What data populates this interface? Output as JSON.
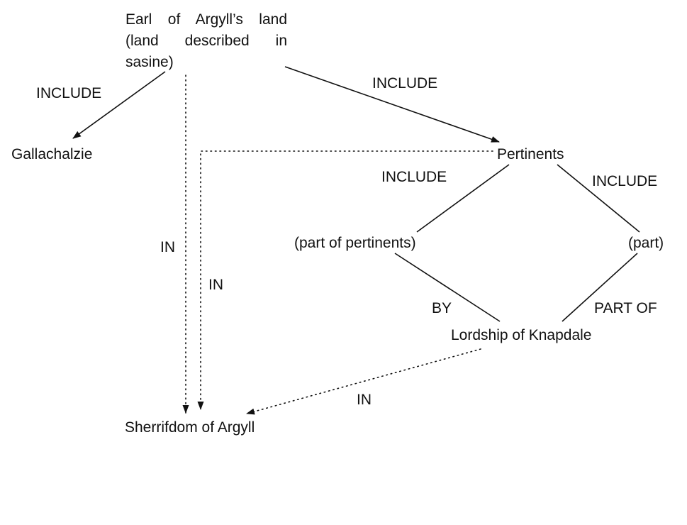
{
  "diagram": {
    "nodes": {
      "earl_land": "Earl of Argyll’s land (land described in sasine)",
      "gallachalzie": "Gallachalzie",
      "pertinents": "Pertinents",
      "part_of_pertinents": "(part of pertinents)",
      "part": "(part)",
      "lordship_knapdale": "Lordship of Knapdale",
      "sherrifdom_argyll": "Sherrifdom of Argyll"
    },
    "edge_labels": {
      "include_gallachalzie": "INCLUDE",
      "include_pertinents": "INCLUDE",
      "include_part_of_pertinents": "INCLUDE",
      "include_part": "INCLUDE",
      "in_earl_sherrifdom": "IN",
      "in_pertinents_sherrifdom": "IN",
      "by_lordship": "BY",
      "part_of_lordship": "PART OF",
      "in_lordship_sherrifdom": "IN"
    },
    "colors": {
      "line": "#111111",
      "background": "#ffffff"
    }
  }
}
